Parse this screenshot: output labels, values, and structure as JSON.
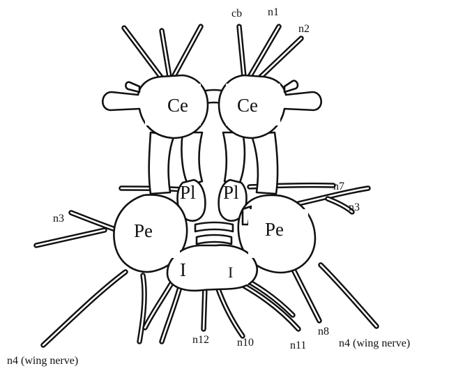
{
  "ganglia": {
    "ce_left": "Ce",
    "ce_right": "Ce",
    "pl_left": "Pl",
    "pl_right": "Pl",
    "pe_left": "Pe",
    "pe_right": "Pe",
    "i_left": "I",
    "i_right": "I"
  },
  "nerves": {
    "cb": "cb",
    "n1": "n1",
    "n2": "n2",
    "n3_left": "n3",
    "n3_right": "n3",
    "n4_left": "n4 (wing nerve)",
    "n4_right": "n4 (wing nerve)",
    "n7": "n7",
    "n8": "n8",
    "n10": "n10",
    "n11": "n11",
    "n12": "n12"
  }
}
